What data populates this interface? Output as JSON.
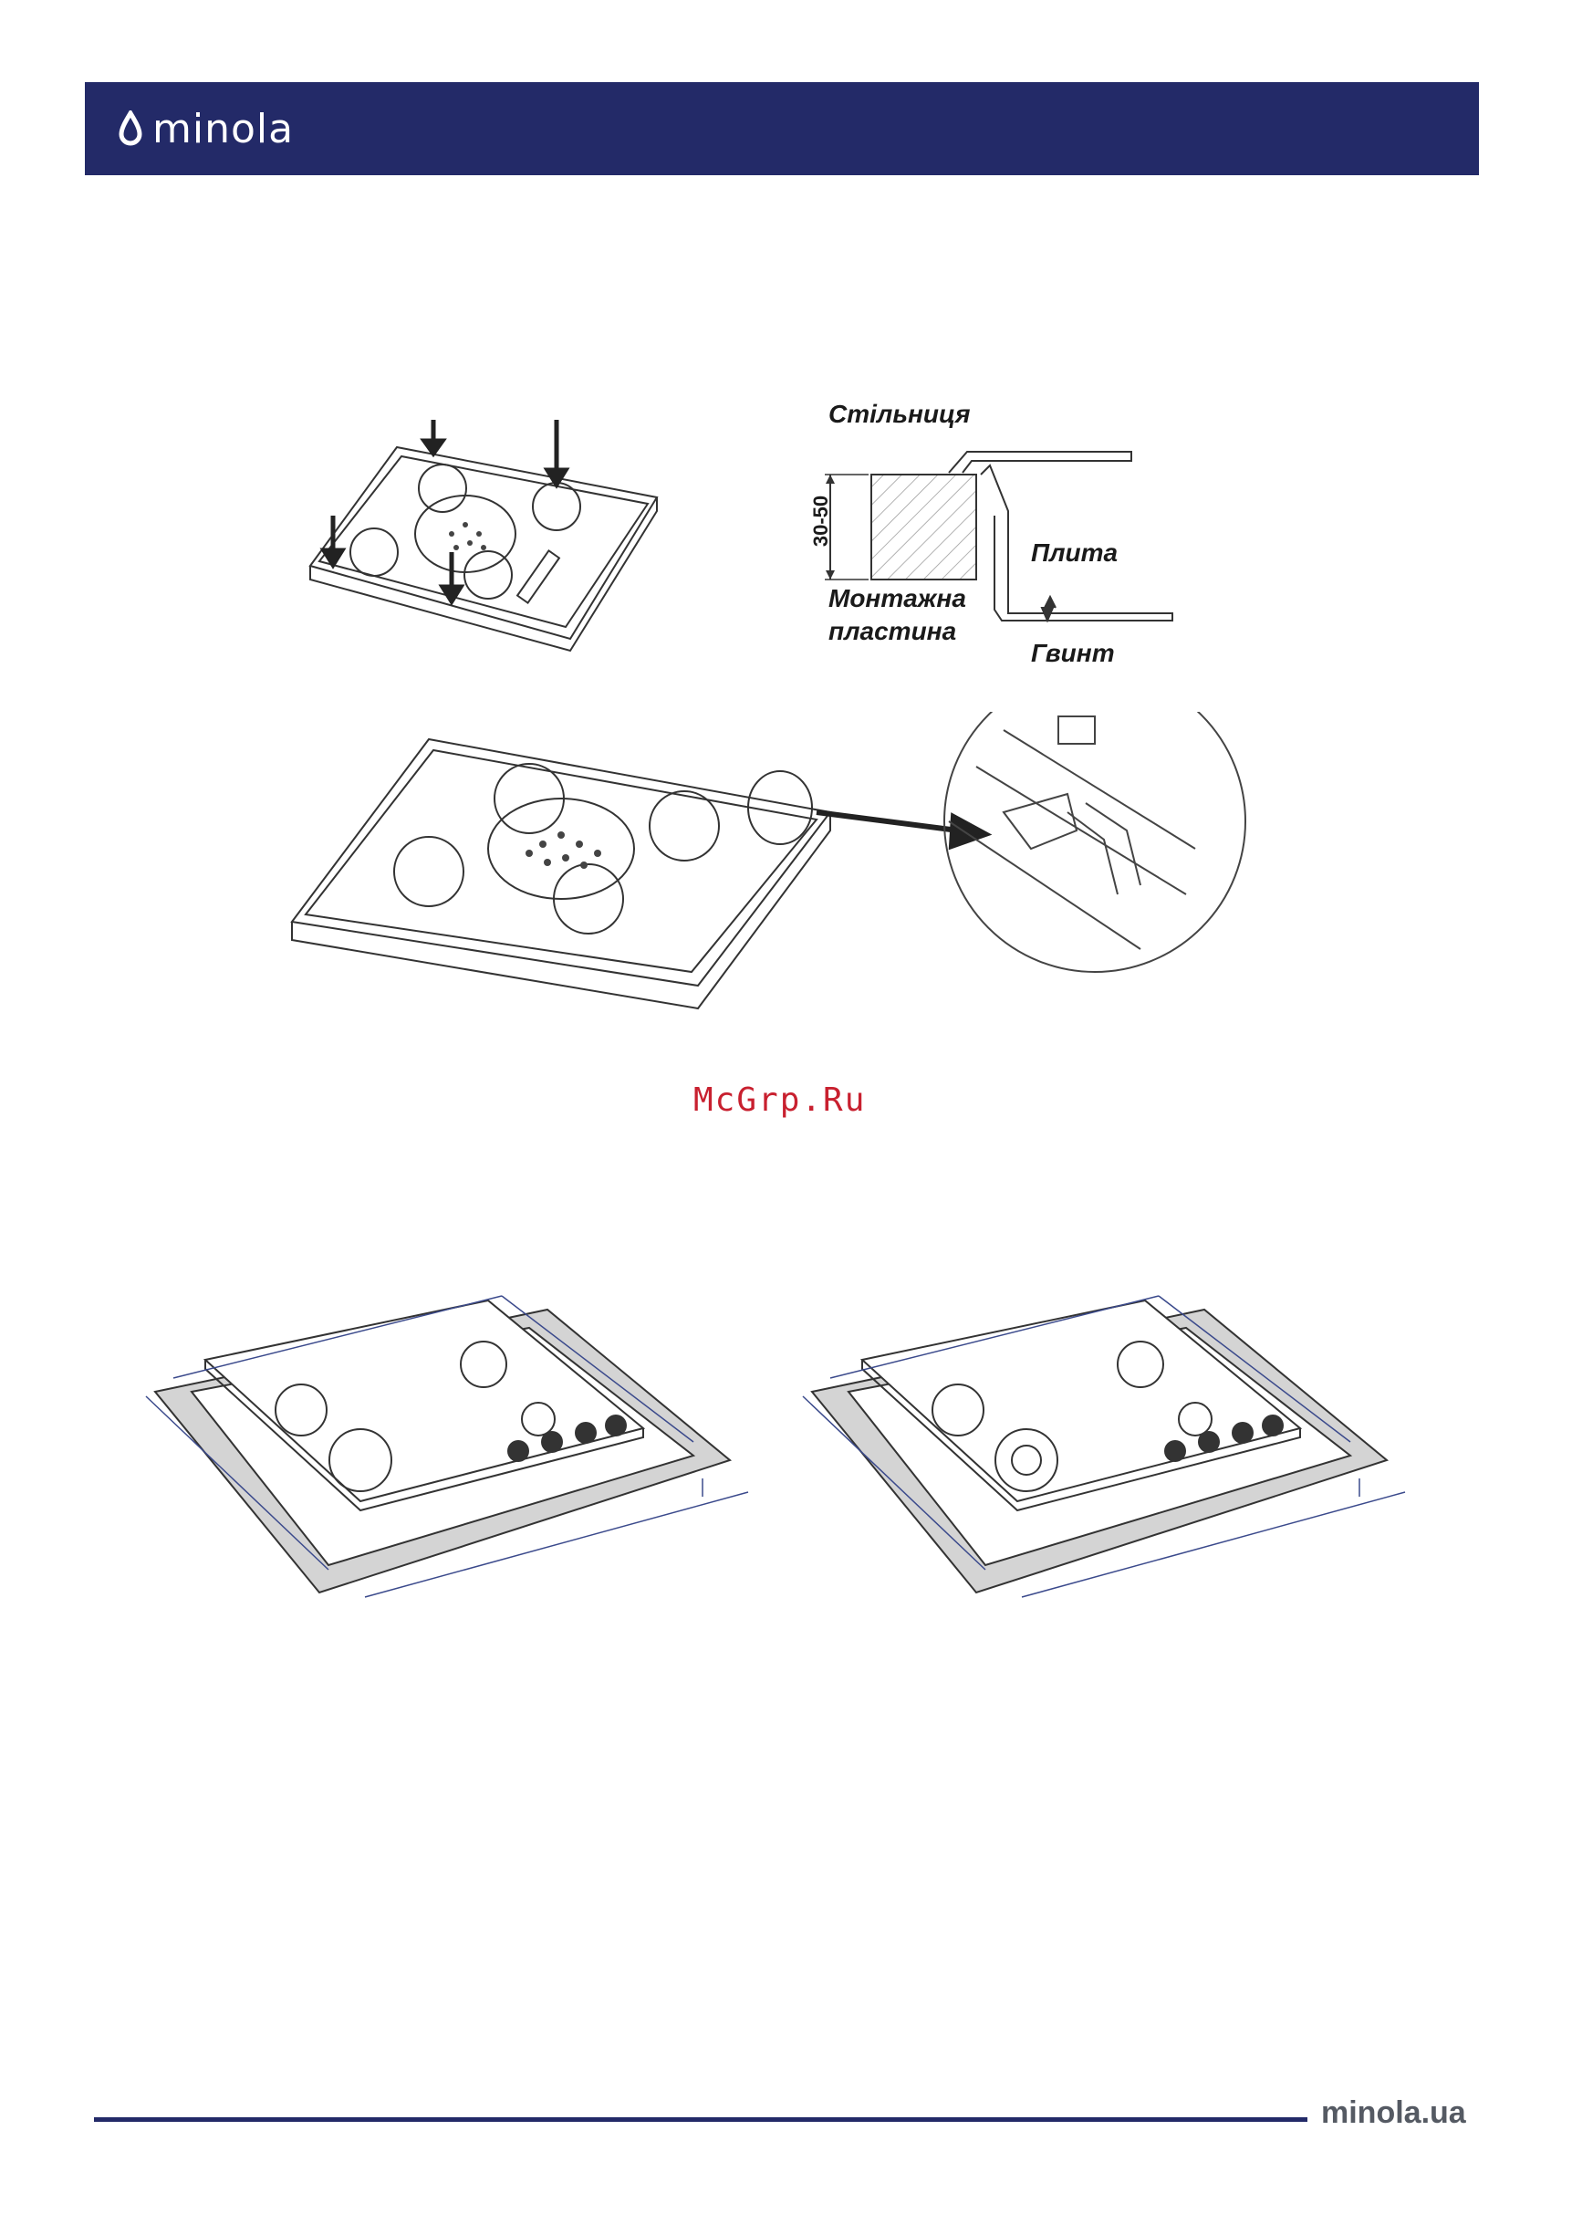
{
  "header": {
    "brand": "minola",
    "bg_color": "#232a68"
  },
  "mounting_section": {
    "labels": {
      "countertop": "Стільниця",
      "dimension": "30-50",
      "hob": "Плита",
      "mounting_plate": [
        "Монтажна",
        "пластина"
      ],
      "screw": "Гвинт"
    }
  },
  "watermark": "McGrp.Ru",
  "footer": {
    "website": "minola.ua",
    "line_color": "#232a68"
  }
}
